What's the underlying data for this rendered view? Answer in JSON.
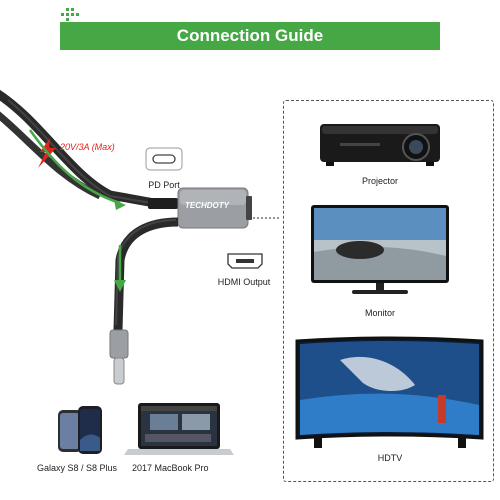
{
  "header": {
    "title": "Connection Guide"
  },
  "power": {
    "rating": "20V/3A (Max)"
  },
  "adapter": {
    "brand": "TECHDOTY",
    "pd_port_label": "PD Port",
    "hdmi_output_label": "HDMI Output"
  },
  "displays": {
    "projector_label": "Projector",
    "monitor_label": "Monitor",
    "hdtv_label": "HDTV"
  },
  "sources": {
    "phone_label": "Galaxy S8 / S8 Plus",
    "laptop_label": "2017 MacBook Pro"
  },
  "colors": {
    "accent_green": "#45a844",
    "warning_red": "#e0231d",
    "cable_dark": "#2a2a2a"
  }
}
